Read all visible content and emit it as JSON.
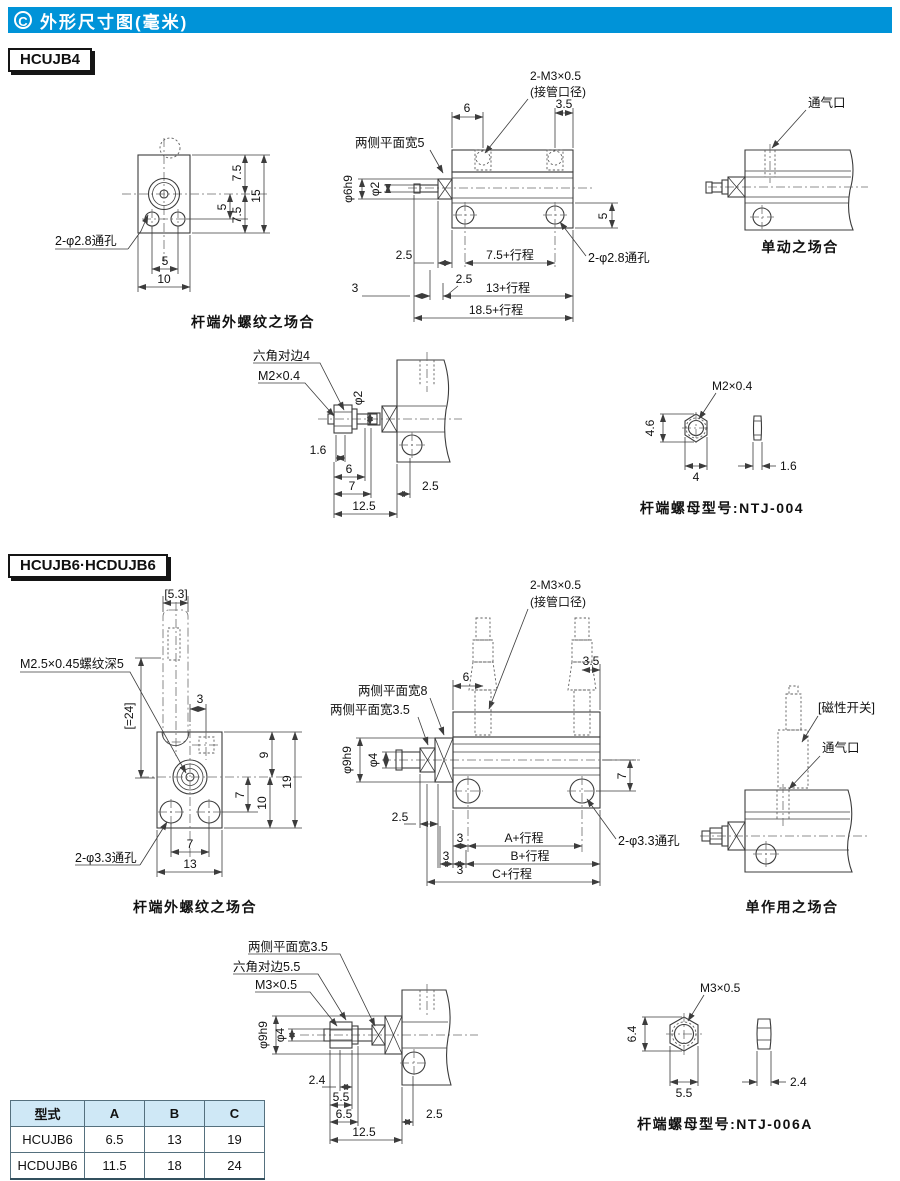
{
  "header": {
    "icon": "C",
    "title": "外形尺寸图(毫米)",
    "accent": "#0093d8"
  },
  "hcujb4": {
    "label": "HCUJB4",
    "front": {
      "caption": "杆端外螺纹之场合",
      "hole_label": "2-φ2.8通孔",
      "d75t": "7.5",
      "d15": "15",
      "d5r": "5",
      "d75b": "7.5",
      "d5b": "5",
      "d10": "10"
    },
    "side": {
      "port1": "2-M3×0.5",
      "port2": "(接管口径)",
      "flat": "两侧平面宽5",
      "d6": "6",
      "d35": "3.5",
      "phi6": "φ6h9",
      "phi2": "φ2",
      "d5": "5",
      "d25a": "2.5",
      "d75s": "7.5+行程",
      "hole_label": "2-φ2.8通孔",
      "d25b": "2.5",
      "d3": "3",
      "d13s": "13+行程",
      "d185s": "18.5+行程"
    },
    "single": {
      "vent": "通气口",
      "caption": "单动之场合"
    },
    "rod": {
      "hex": "六角对边4",
      "thr": "M2×0.4",
      "phi2": "φ2",
      "d16": "1.6",
      "d6": "6",
      "d7": "7",
      "d25": "2.5",
      "d125": "12.5"
    },
    "nut": {
      "thr": "M2×0.4",
      "d46": "4.6",
      "d4": "4",
      "d16": "1.6",
      "caption": "杆端螺母型号:NTJ-004"
    }
  },
  "hcujb6": {
    "label": "HCUJB6·HCDUJB6",
    "front": {
      "d53": "[5.3]",
      "thr": "M2.5×0.45螺纹深5",
      "d24": "[=24]",
      "d3": "3",
      "d9": "9",
      "d19": "19",
      "d7r": "7",
      "d10": "10",
      "hole_label": "2-φ3.3通孔",
      "d7b": "7",
      "d13": "13",
      "caption": "杆端外螺纹之场合"
    },
    "side": {
      "port1": "2-M3×0.5",
      "port2": "(接管口径)",
      "d6": "6",
      "d35": "3.5",
      "flat8": "两侧平面宽8",
      "flat35": "两侧平面宽3.5",
      "phi9": "φ9h9",
      "phi4": "φ4",
      "d7": "7",
      "d25": "2.5",
      "d3a": "3",
      "dAs": "A+行程",
      "hole_label": "2-φ3.3通孔",
      "d3b": "3",
      "d3c": "3",
      "dBs": "B+行程",
      "dCs": "C+行程"
    },
    "single": {
      "switch": "[磁性开关]",
      "vent": "通气口",
      "caption": "单作用之场合"
    },
    "rod": {
      "flat35": "两侧平面宽3.5",
      "hex": "六角对边5.5",
      "thr": "M3×0.5",
      "phi9": "φ9h9",
      "phi4": "φ4",
      "d24": "2.4",
      "d55": "5.5",
      "d65": "6.5",
      "d25": "2.5",
      "d125": "12.5"
    },
    "nut": {
      "thr": "M3×0.5",
      "d64": "6.4",
      "d55": "5.5",
      "d24": "2.4",
      "caption": "杆端螺母型号:NTJ-006A"
    }
  },
  "table": {
    "headers": [
      "型式",
      "A",
      "B",
      "C"
    ],
    "rows": [
      [
        "HCUJB6",
        "6.5",
        "13",
        "19"
      ],
      [
        "HCDUJB6",
        "11.5",
        "18",
        "24"
      ]
    ]
  }
}
